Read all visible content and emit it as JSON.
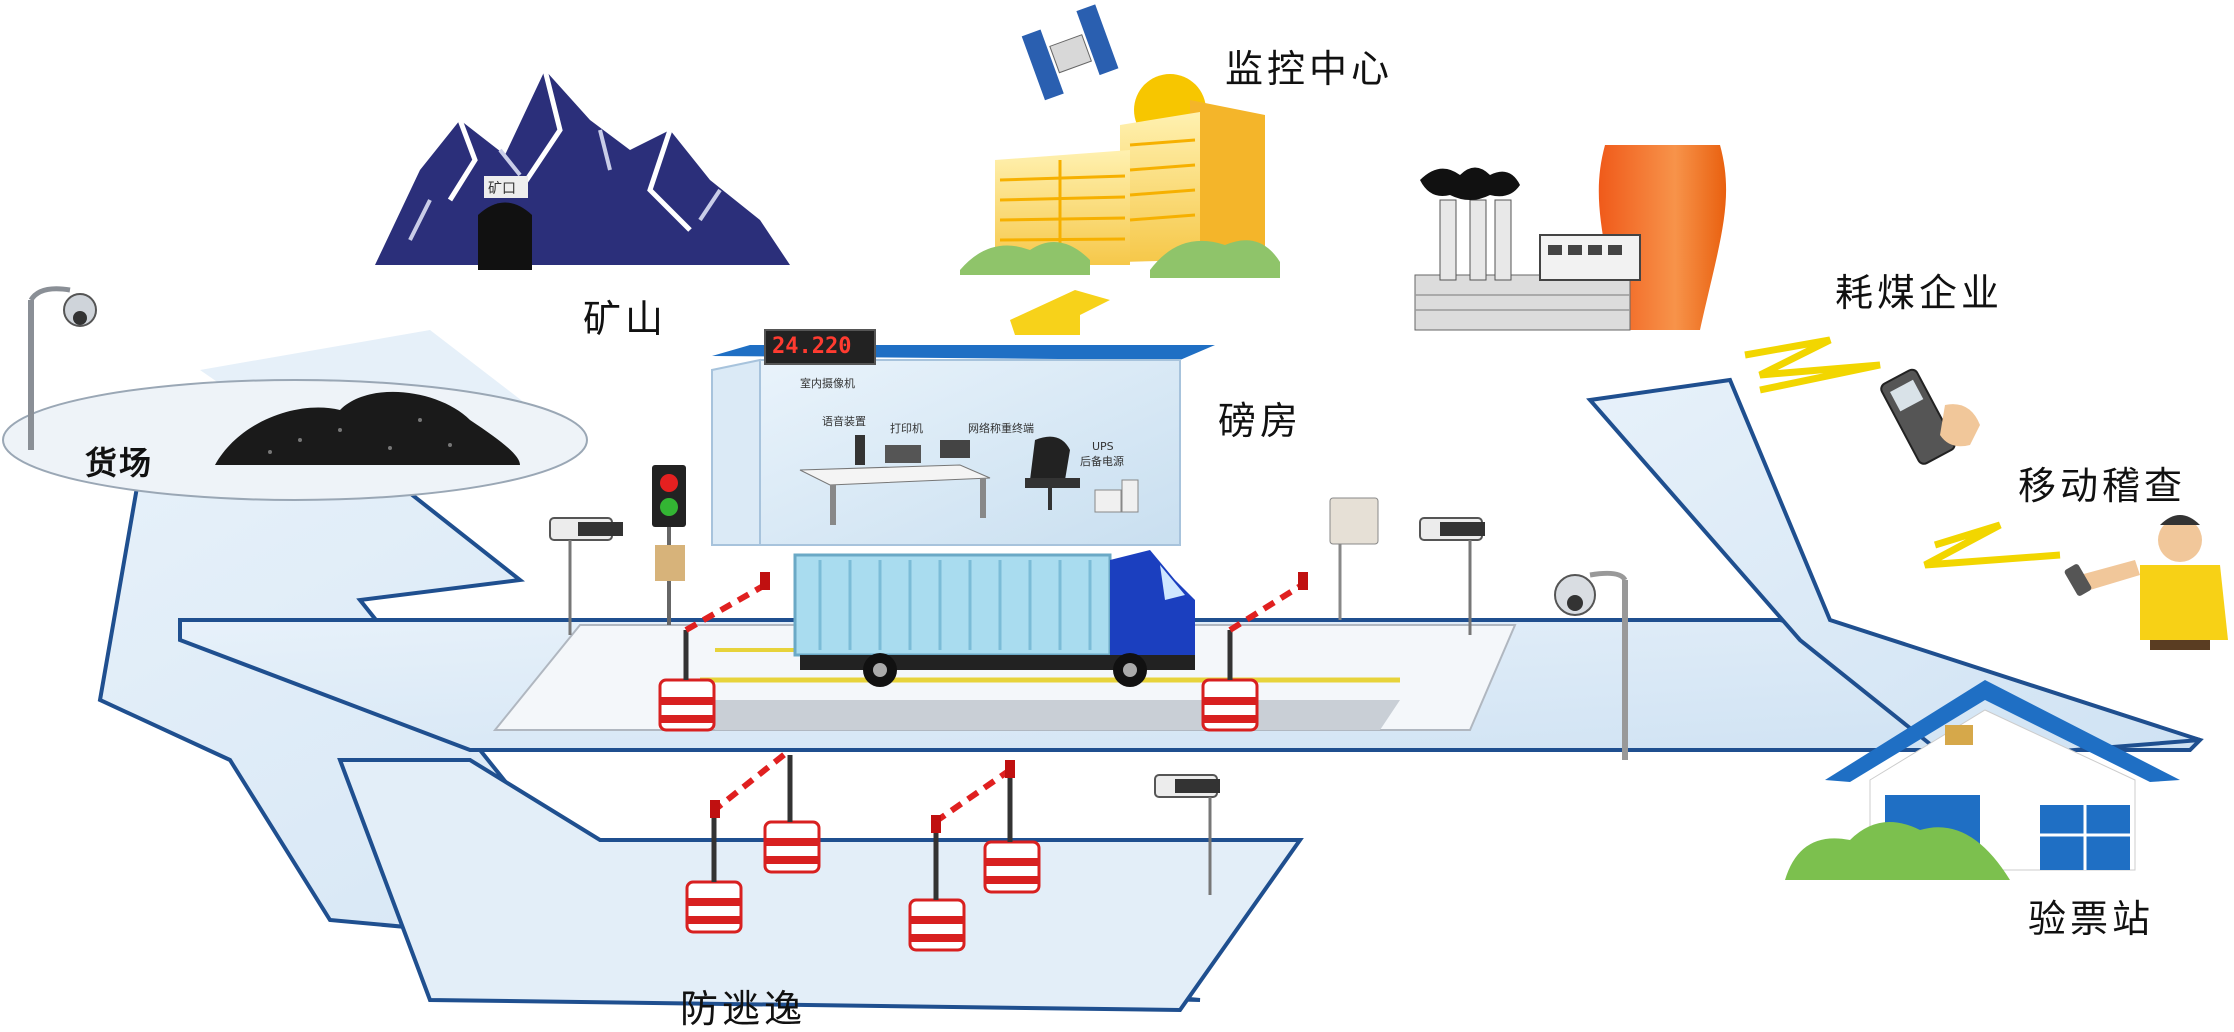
{
  "labels": {
    "mine": "矿山",
    "mine_portal": "矿口",
    "monitor_center": "监控中心",
    "coal_enterprise": "耗煤企业",
    "weigh_house": "磅房",
    "mobile_check": "移动稽查",
    "yard": "货场",
    "ticket_station": "验票站",
    "anti_escape": "防逃逸"
  },
  "weigh_house": {
    "display_value": "24.220",
    "items": {
      "camera": "室内摄像机",
      "voice": "语音装置",
      "printer": "打印机",
      "terminal": "网络称重终端",
      "ups": "UPS",
      "ups_sub": "后备电源"
    }
  },
  "colors": {
    "road": "#dbe9f6",
    "road_edge": "#1f4f8f",
    "mountain": "#2b2f7a",
    "tower": "#f47a22",
    "house_roof": "#1f6fc4",
    "truck_container": "#a9dcef",
    "truck_cab": "#1b3fbf",
    "barrier_red": "#e02020"
  }
}
